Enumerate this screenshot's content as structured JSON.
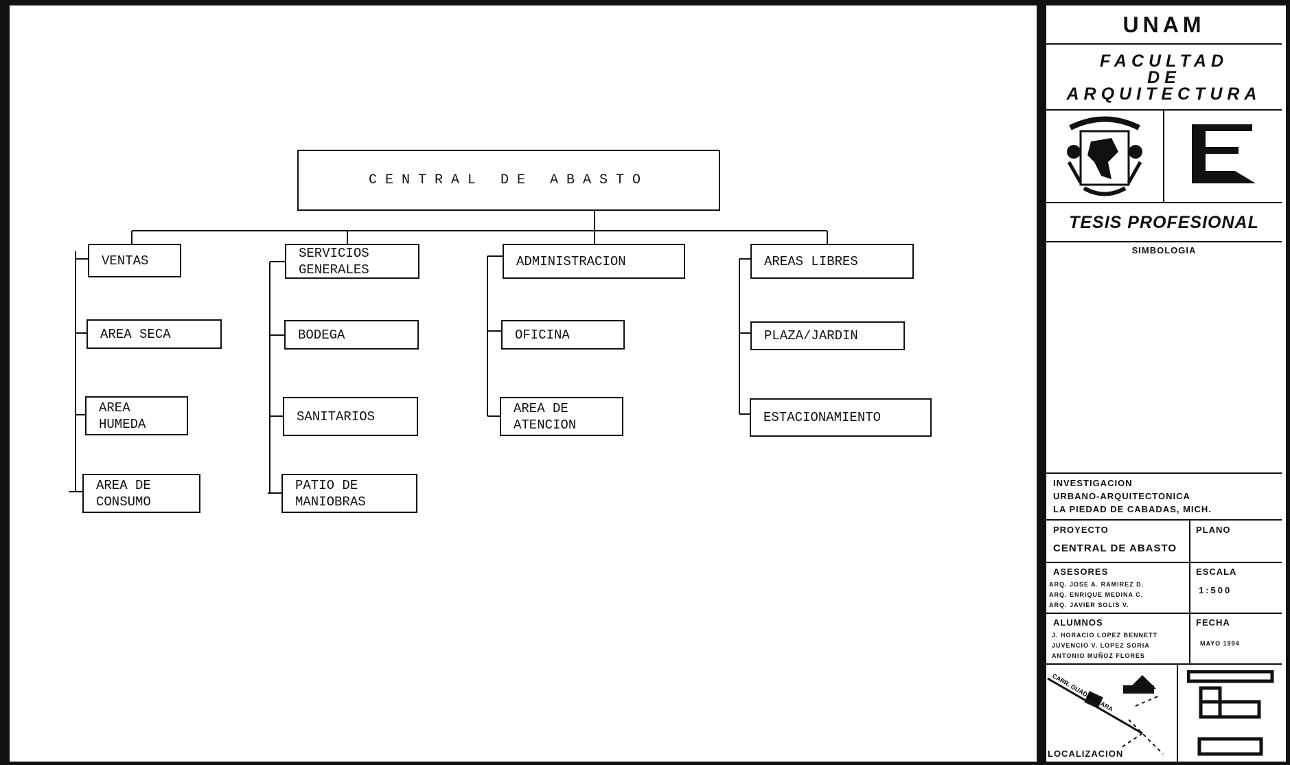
{
  "diagram": {
    "root": "CENTRAL DE ABASTO",
    "groups": [
      {
        "title": "VENTAS",
        "items": [
          "AREA SECA",
          "AREA\nHUMEDA",
          "AREA DE\nCONSUMO"
        ]
      },
      {
        "title": "SERVICIOS\nGENERALES",
        "items": [
          "BODEGA",
          "SANITARIOS",
          "PATIO DE\nMANIOBRAS"
        ]
      },
      {
        "title": "ADMINISTRACION",
        "items": [
          "OFICINA",
          "AREA DE\nATENCION"
        ]
      },
      {
        "title": "AREAS LIBRES",
        "items": [
          "PLAZA/JARDIN",
          "ESTACIONAMIENTO"
        ]
      }
    ]
  },
  "title_block": {
    "university": "UNAM",
    "faculty_line1": "FACULTAD",
    "faculty_line2": "DE",
    "faculty_line3": "ARQUITECTURA",
    "thesis": "TESIS PROFESIONAL",
    "simbologia": "SIMBOLOGIA",
    "investigacion_label": "INVESTIGACION",
    "investigacion_line1": "URBANO-ARQUITECTONICA",
    "investigacion_line2": "LA PIEDAD DE CABADAS, MICH.",
    "proyecto_label": "PROYECTO",
    "proyecto_value": "CENTRAL DE ABASTO",
    "plano_label": "PLANO",
    "asesores_label": "ASESORES",
    "asesores": [
      "ARQ. JOSE A. RAMIREZ D.",
      "ARQ. ENRIQUE MEDINA C.",
      "ARQ. JAVIER SOLIS V."
    ],
    "escala_label": "ESCALA",
    "escala_value": "1:500",
    "alumnos_label": "ALUMNOS",
    "alumnos": [
      "J. HORACIO LOPEZ BENNETT",
      "JUVENCIO V. LOPEZ SORIA",
      "ANTONIO MUÑOZ FLORES"
    ],
    "fecha_label": "FECHA",
    "fecha_value": "MAYO 1994",
    "road_label": "CARR. GUADALAJARA",
    "localizacion": "LOCALIZACION"
  }
}
